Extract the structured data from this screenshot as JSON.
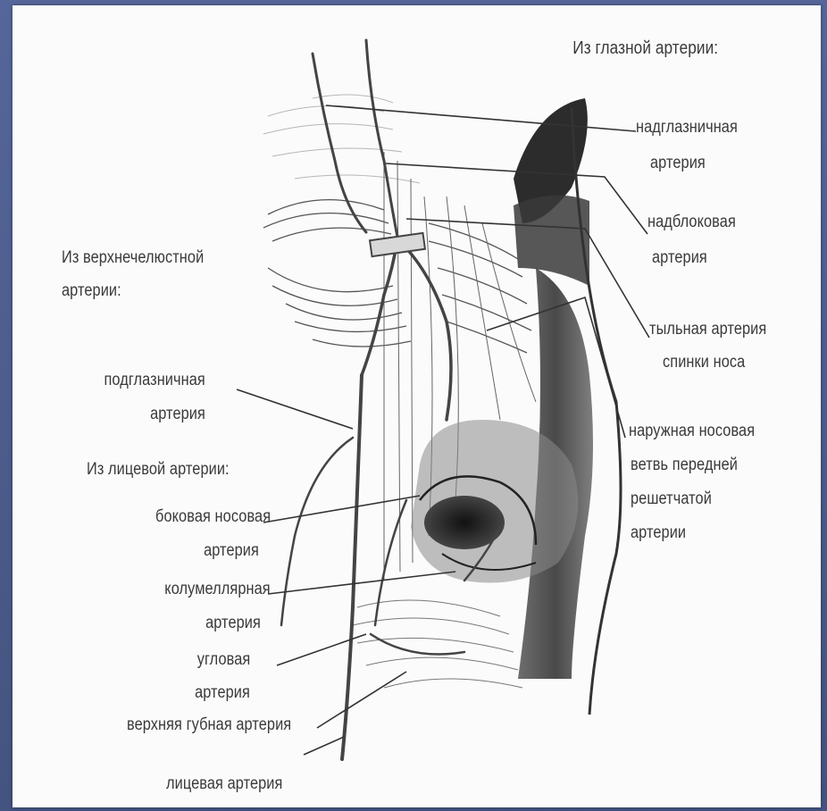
{
  "colors": {
    "frame": "#4a5a86",
    "paper": "#fbfbfb",
    "ink": "#3a3a3a"
  },
  "groups": {
    "ophthalmic": "Из глазной артерии:",
    "maxillary": [
      "Из верхнечелюстной",
      "артерии:"
    ],
    "facial": "Из лицевой артерии:"
  },
  "labels": {
    "supraorbital": [
      "надглазничная",
      "артерия"
    ],
    "supratrochlear": [
      "надблоковая",
      "артерия"
    ],
    "dorsal_nasal": [
      "тыльная артерия",
      "спинки носа"
    ],
    "external_nasal": [
      "наружная носовая",
      "ветвь передней",
      "решетчатой",
      "артерии"
    ],
    "infraorbital": [
      "подглазничная",
      "артерия"
    ],
    "lateral_nasal": [
      "боковая носовая",
      "артерия"
    ],
    "columellar": [
      "колумеллярная",
      "артерия"
    ],
    "angular": [
      "угловая",
      "артерия"
    ],
    "superior_labial": "верхняя губная артерия",
    "facial_artery": "лицевая артерия"
  }
}
